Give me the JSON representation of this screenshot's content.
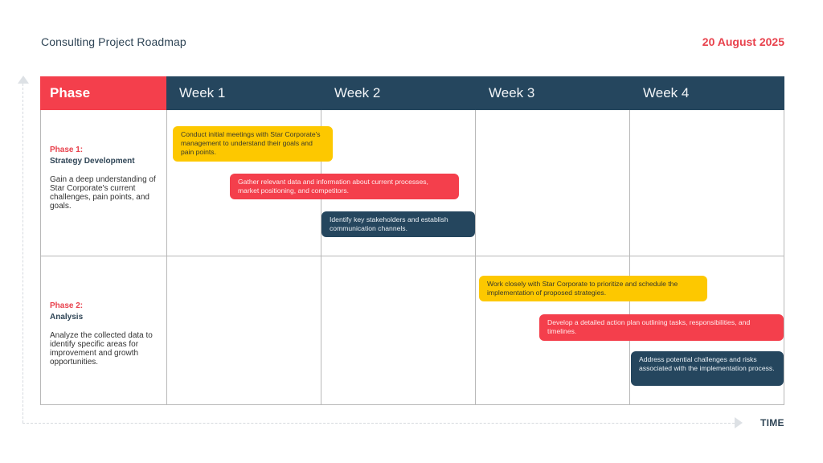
{
  "header": {
    "title": "Consulting Project Roadmap",
    "date": "20 August 2025"
  },
  "table": {
    "phase_header": "Phase",
    "weeks": [
      "Week 1",
      "Week 2",
      "Week 3",
      "Week 4"
    ]
  },
  "phases": [
    {
      "number": "Phase 1:",
      "name": "Strategy Development",
      "description": "Gain a deep understanding of Star Corporate's current challenges, pain points, and goals.",
      "tasks": [
        {
          "text": "Conduct initial meetings with Star Corporate's management to understand their goals and pain points.",
          "color": "yellow"
        },
        {
          "text": "Gather relevant data and information about current processes, market positioning, and competitors.",
          "color": "red"
        },
        {
          "text": "Identify key stakeholders and establish communication channels.",
          "color": "navy"
        }
      ]
    },
    {
      "number": "Phase 2:",
      "name": "Analysis",
      "description": "Analyze the collected data to identify specific areas for improvement and growth opportunities.",
      "tasks": [
        {
          "text": "Work closely with Star Corporate to prioritize and schedule the implementation of proposed strategies.",
          "color": "yellow"
        },
        {
          "text": "Develop a detailed action plan outlining tasks, responsibilities, and timelines.",
          "color": "red"
        },
        {
          "text": "Address potential challenges and risks associated with the implementation process.",
          "color": "navy"
        }
      ]
    }
  ],
  "axis": {
    "x_label": "TIME"
  },
  "colors": {
    "accent_red": "#f43f4c",
    "navy": "#25465e",
    "yellow": "#fdc800"
  }
}
